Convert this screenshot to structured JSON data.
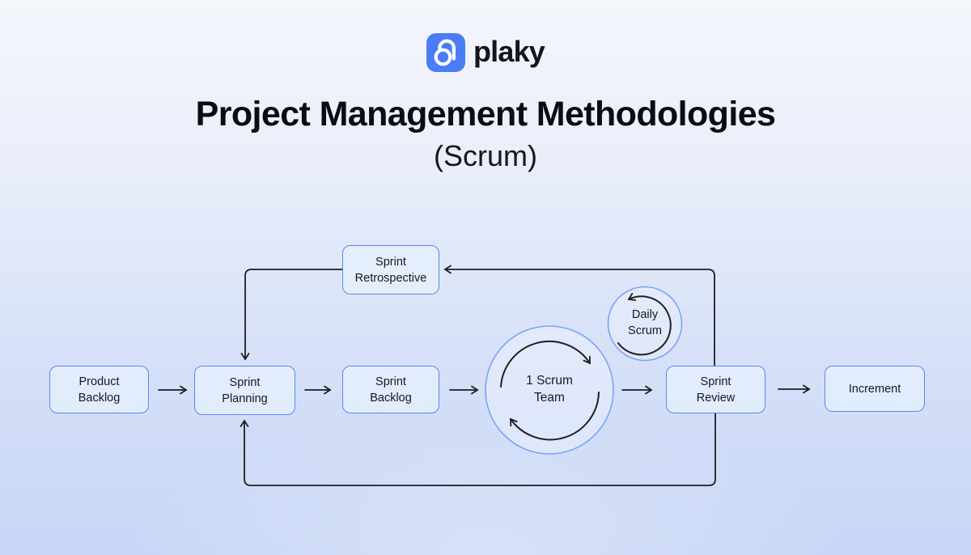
{
  "brand": {
    "name": "plaky",
    "icon": "plaky-logo-icon",
    "icon_bg": "#4a7cf5",
    "icon_glyph": "#ffffff"
  },
  "title": {
    "main": "Project Management Methodologies",
    "sub": "(Scrum)"
  },
  "flow": {
    "product_backlog": "Product\nBacklog",
    "sprint_planning": "Sprint\nPlanning",
    "sprint_backlog": "Sprint\nBacklog",
    "scrum_team": "1 Scrum\nTeam",
    "daily_scrum": "Daily\nScrum",
    "sprint_review": "Sprint\nReview",
    "increment": "Increment",
    "sprint_retrospective": "Sprint\nRetrospective"
  },
  "colors": {
    "background_top": "#f4f6fc",
    "background_bottom": "#c7d6f6",
    "node_border": "#5c88ef",
    "node_fill": "#e6effd",
    "cycle_circle_border": "#7aa3f8",
    "arrow": "#1f1f1f",
    "text": "#16191f"
  }
}
